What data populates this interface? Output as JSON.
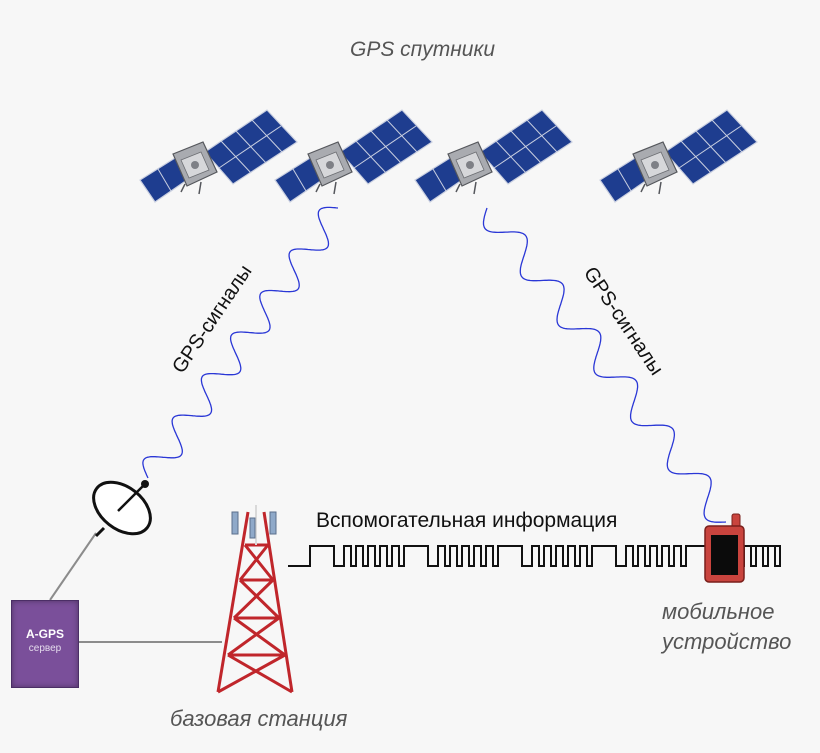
{
  "satellites_label": "GPS спутники",
  "signal_label_left": "GPS-сигналы",
  "signal_label_right": "GPS-сигналы",
  "assistance_label": "Вспомогательная информация",
  "mobile_device_label_line1": "мобильное",
  "mobile_device_label_line2": "устройство",
  "base_station_label": "базовая станция",
  "server": {
    "title": "A-GPS",
    "subtitle": "сервер"
  },
  "icons": [
    "satellite-icon",
    "satellite-dish-icon",
    "cell-tower-icon",
    "mobile-phone-icon"
  ],
  "colors": {
    "signal_wave": "#2a37d6",
    "solar_panel": "#1e3d8f",
    "tower": "#c0262b",
    "phone": "#c9443e",
    "server": "#7a4f9a",
    "caption": "#555555"
  }
}
